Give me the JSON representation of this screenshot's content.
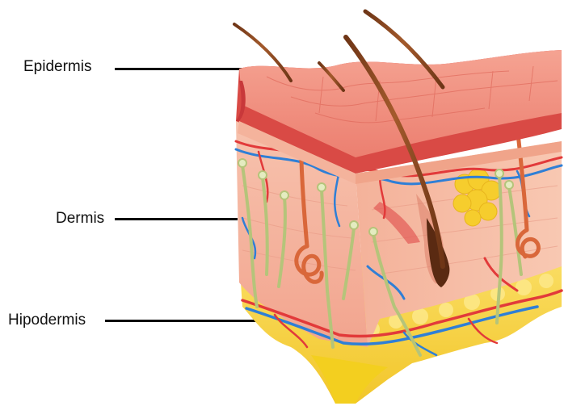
{
  "labels": {
    "epidermis": "Epidermis",
    "dermis": "Dermis",
    "hypodermis": "Hipodermis"
  },
  "colors": {
    "epidermis_surface": "#f08a7a",
    "epidermis_dark": "#d94a45",
    "dermis": "#f6b9a4",
    "dermis_side": "#f3a58f",
    "fat": "#f5cf3a",
    "fat_light": "#fbe36a",
    "artery": "#e23a3a",
    "vein": "#2f7fd6",
    "nerve": "#b9c77e",
    "hair": "#8a4a22",
    "gland": "#d9673a",
    "leader": "#000000"
  }
}
